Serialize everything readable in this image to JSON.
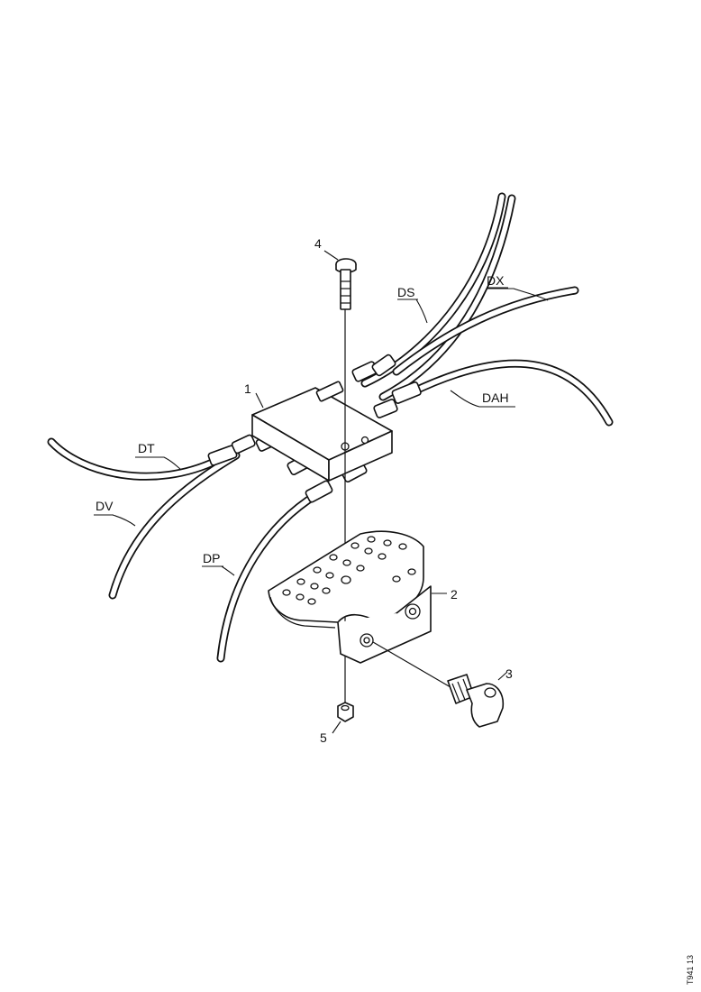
{
  "callouts": {
    "item1": "1",
    "item2": "2",
    "item3": "3",
    "item4": "4",
    "item5": "5",
    "ds": "DS",
    "dx": "DX",
    "dah": "DAH",
    "dt": "DT",
    "dv": "DV",
    "dp": "DP"
  },
  "reference_code": "T941 13"
}
